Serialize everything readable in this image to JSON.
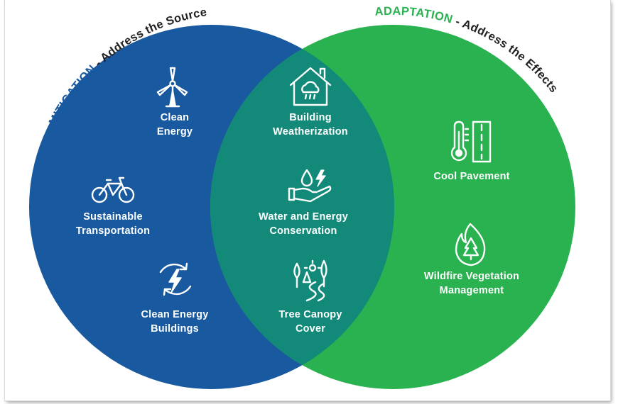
{
  "mitigation": {
    "name": "MITIGATION",
    "subtitle": " - Address the Source",
    "color": "#1859a0"
  },
  "adaptation": {
    "name": "ADAPTATION",
    "subtitle": " - Address the Effects",
    "color": "#29b24f"
  },
  "overlap_color": "#138a79",
  "subtitle_color": "#222222",
  "items": {
    "clean_energy": {
      "lines": [
        "Clean",
        "Energy"
      ],
      "icon": "wind-turbine-icon"
    },
    "sustainable_transportation": {
      "lines": [
        "Sustainable",
        "Transportation"
      ],
      "icon": "bicycle-icon"
    },
    "clean_energy_buildings": {
      "lines": [
        "Clean Energy",
        "Buildings"
      ],
      "icon": "renewable-energy-cycle-icon"
    },
    "building_weatherization": {
      "lines": [
        "Building",
        "Weatherization"
      ],
      "icon": "house-cloud-icon"
    },
    "water_energy_conservation": {
      "lines": [
        "Water and Energy",
        "Conservation"
      ],
      "icon": "hand-water-energy-icon"
    },
    "tree_canopy_cover": {
      "lines": [
        "Tree Canopy",
        "Cover"
      ],
      "icon": "trees-path-icon"
    },
    "cool_pavement": {
      "lines": [
        "Cool Pavement"
      ],
      "icon": "thermometer-road-icon"
    },
    "wildfire_vegetation_management": {
      "lines": [
        "Wildfire Vegetation",
        "Management"
      ],
      "icon": "wildfire-tree-icon"
    }
  }
}
